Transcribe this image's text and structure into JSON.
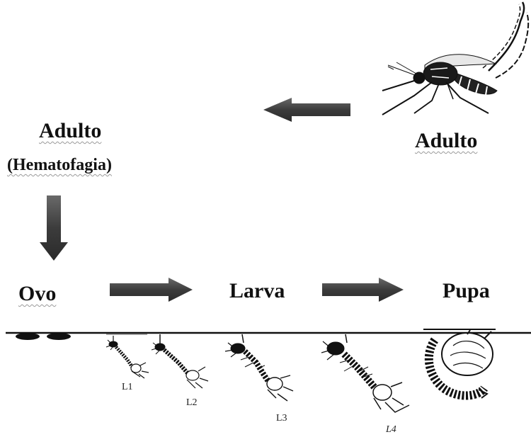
{
  "stages": {
    "adult_top": "Adulto",
    "adult_left": "Adulto",
    "adult_left_note": "(Hematofagia)",
    "egg": "Ovo",
    "larva": "Larva",
    "pupa": "Pupa"
  },
  "instars": [
    "L1",
    "L2",
    "L3",
    "L4"
  ],
  "colors": {
    "arrow": "#404040",
    "ink": "#111111"
  },
  "icons": [
    "mosquito-icon",
    "egg-icon",
    "larva-icon",
    "pupa-icon",
    "arrow-icon"
  ]
}
